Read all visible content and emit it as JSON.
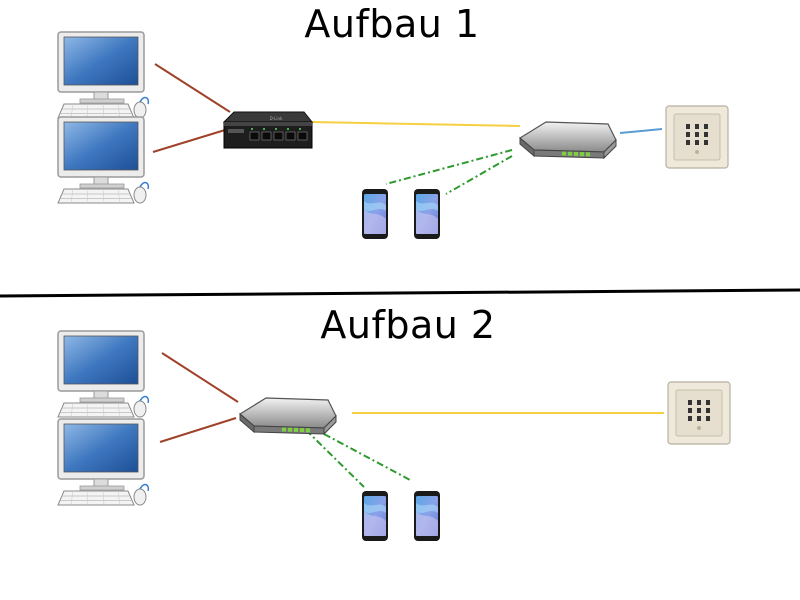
{
  "sections": [
    {
      "title": "Aufbau 1",
      "devices": [
        "computer",
        "computer",
        "network-switch",
        "router",
        "phone-wall-socket",
        "smartphone",
        "smartphone"
      ],
      "links": [
        {
          "from": "computer",
          "to": "network-switch",
          "type": "lan-cable"
        },
        {
          "from": "computer",
          "to": "network-switch",
          "type": "lan-cable"
        },
        {
          "from": "network-switch",
          "to": "router",
          "type": "lan-cable-yellow"
        },
        {
          "from": "router",
          "to": "phone-wall-socket",
          "type": "dsl-cable"
        },
        {
          "from": "router",
          "to": "smartphone",
          "type": "wifi"
        },
        {
          "from": "router",
          "to": "smartphone",
          "type": "wifi"
        }
      ]
    },
    {
      "title": "Aufbau 2",
      "devices": [
        "computer",
        "computer",
        "router",
        "phone-wall-socket",
        "smartphone",
        "smartphone"
      ],
      "links": [
        {
          "from": "computer",
          "to": "router",
          "type": "lan-cable"
        },
        {
          "from": "computer",
          "to": "router",
          "type": "lan-cable"
        },
        {
          "from": "router",
          "to": "phone-wall-socket",
          "type": "dsl-cable-yellow"
        },
        {
          "from": "router",
          "to": "smartphone",
          "type": "wifi"
        },
        {
          "from": "router",
          "to": "smartphone",
          "type": "wifi"
        }
      ]
    }
  ],
  "colors": {
    "lan_cable": "#a0422a",
    "yellow_cable": "#f5d040",
    "dsl_cable": "#5b9bd5",
    "wifi": "#2e9a2e",
    "divider": "#000000"
  }
}
